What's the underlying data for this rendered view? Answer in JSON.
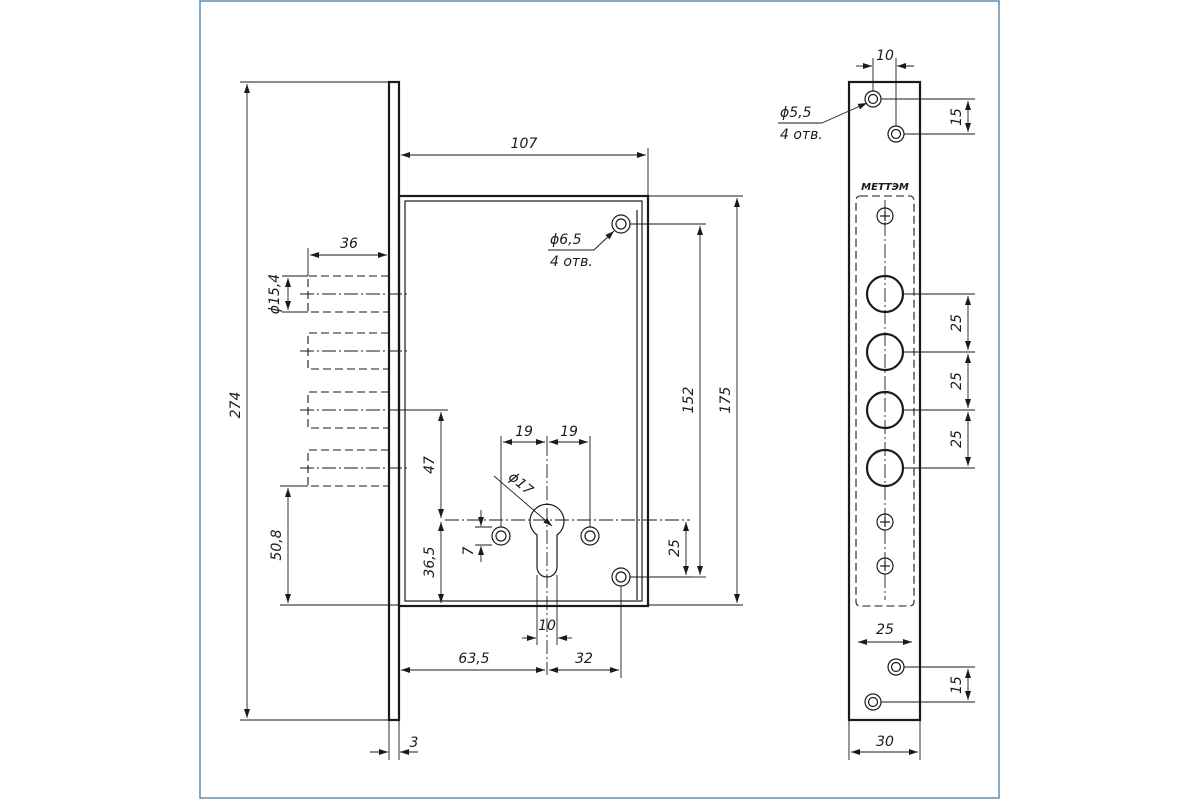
{
  "colors": {
    "border": "#5b8db8",
    "line": "#1a1a1a",
    "background": "#ffffff"
  },
  "brand": {
    "logo_text": "МЕТТЭМ"
  },
  "front_view": {
    "overall_height": "274",
    "body_width": "107",
    "faceplate_thickness": "3",
    "bolt_length": "36",
    "bolt_diameter": "ϕ15,4",
    "mount_hole_diameter": "ϕ6,5",
    "mount_hole_count": "4 отв.",
    "body_height": "175",
    "hole_spacing": "152",
    "bolt_to_cylinder": "47",
    "bottom_bolt_height": "50,8",
    "cylinder_height": "36,5",
    "cylinder_diameter": "ϕ17",
    "cylinder_hole_offset_left": "19",
    "cylinder_hole_offset_right": "19",
    "cylinder_hole_vertical": "7",
    "lower_hole_offset": "25",
    "cylinder_width": "10",
    "backset": "63,5",
    "hole_horizontal": "32"
  },
  "side_view": {
    "plate_hole_offset": "10",
    "plate_hole_diameter": "ϕ5,5",
    "plate_hole_count": "4 отв.",
    "top_hole_spacing": "15",
    "bolt_pitch_1": "25",
    "bolt_pitch_2": "25",
    "bolt_pitch_3": "25",
    "body_width": "25",
    "bottom_hole_spacing": "15",
    "plate_width": "30"
  }
}
